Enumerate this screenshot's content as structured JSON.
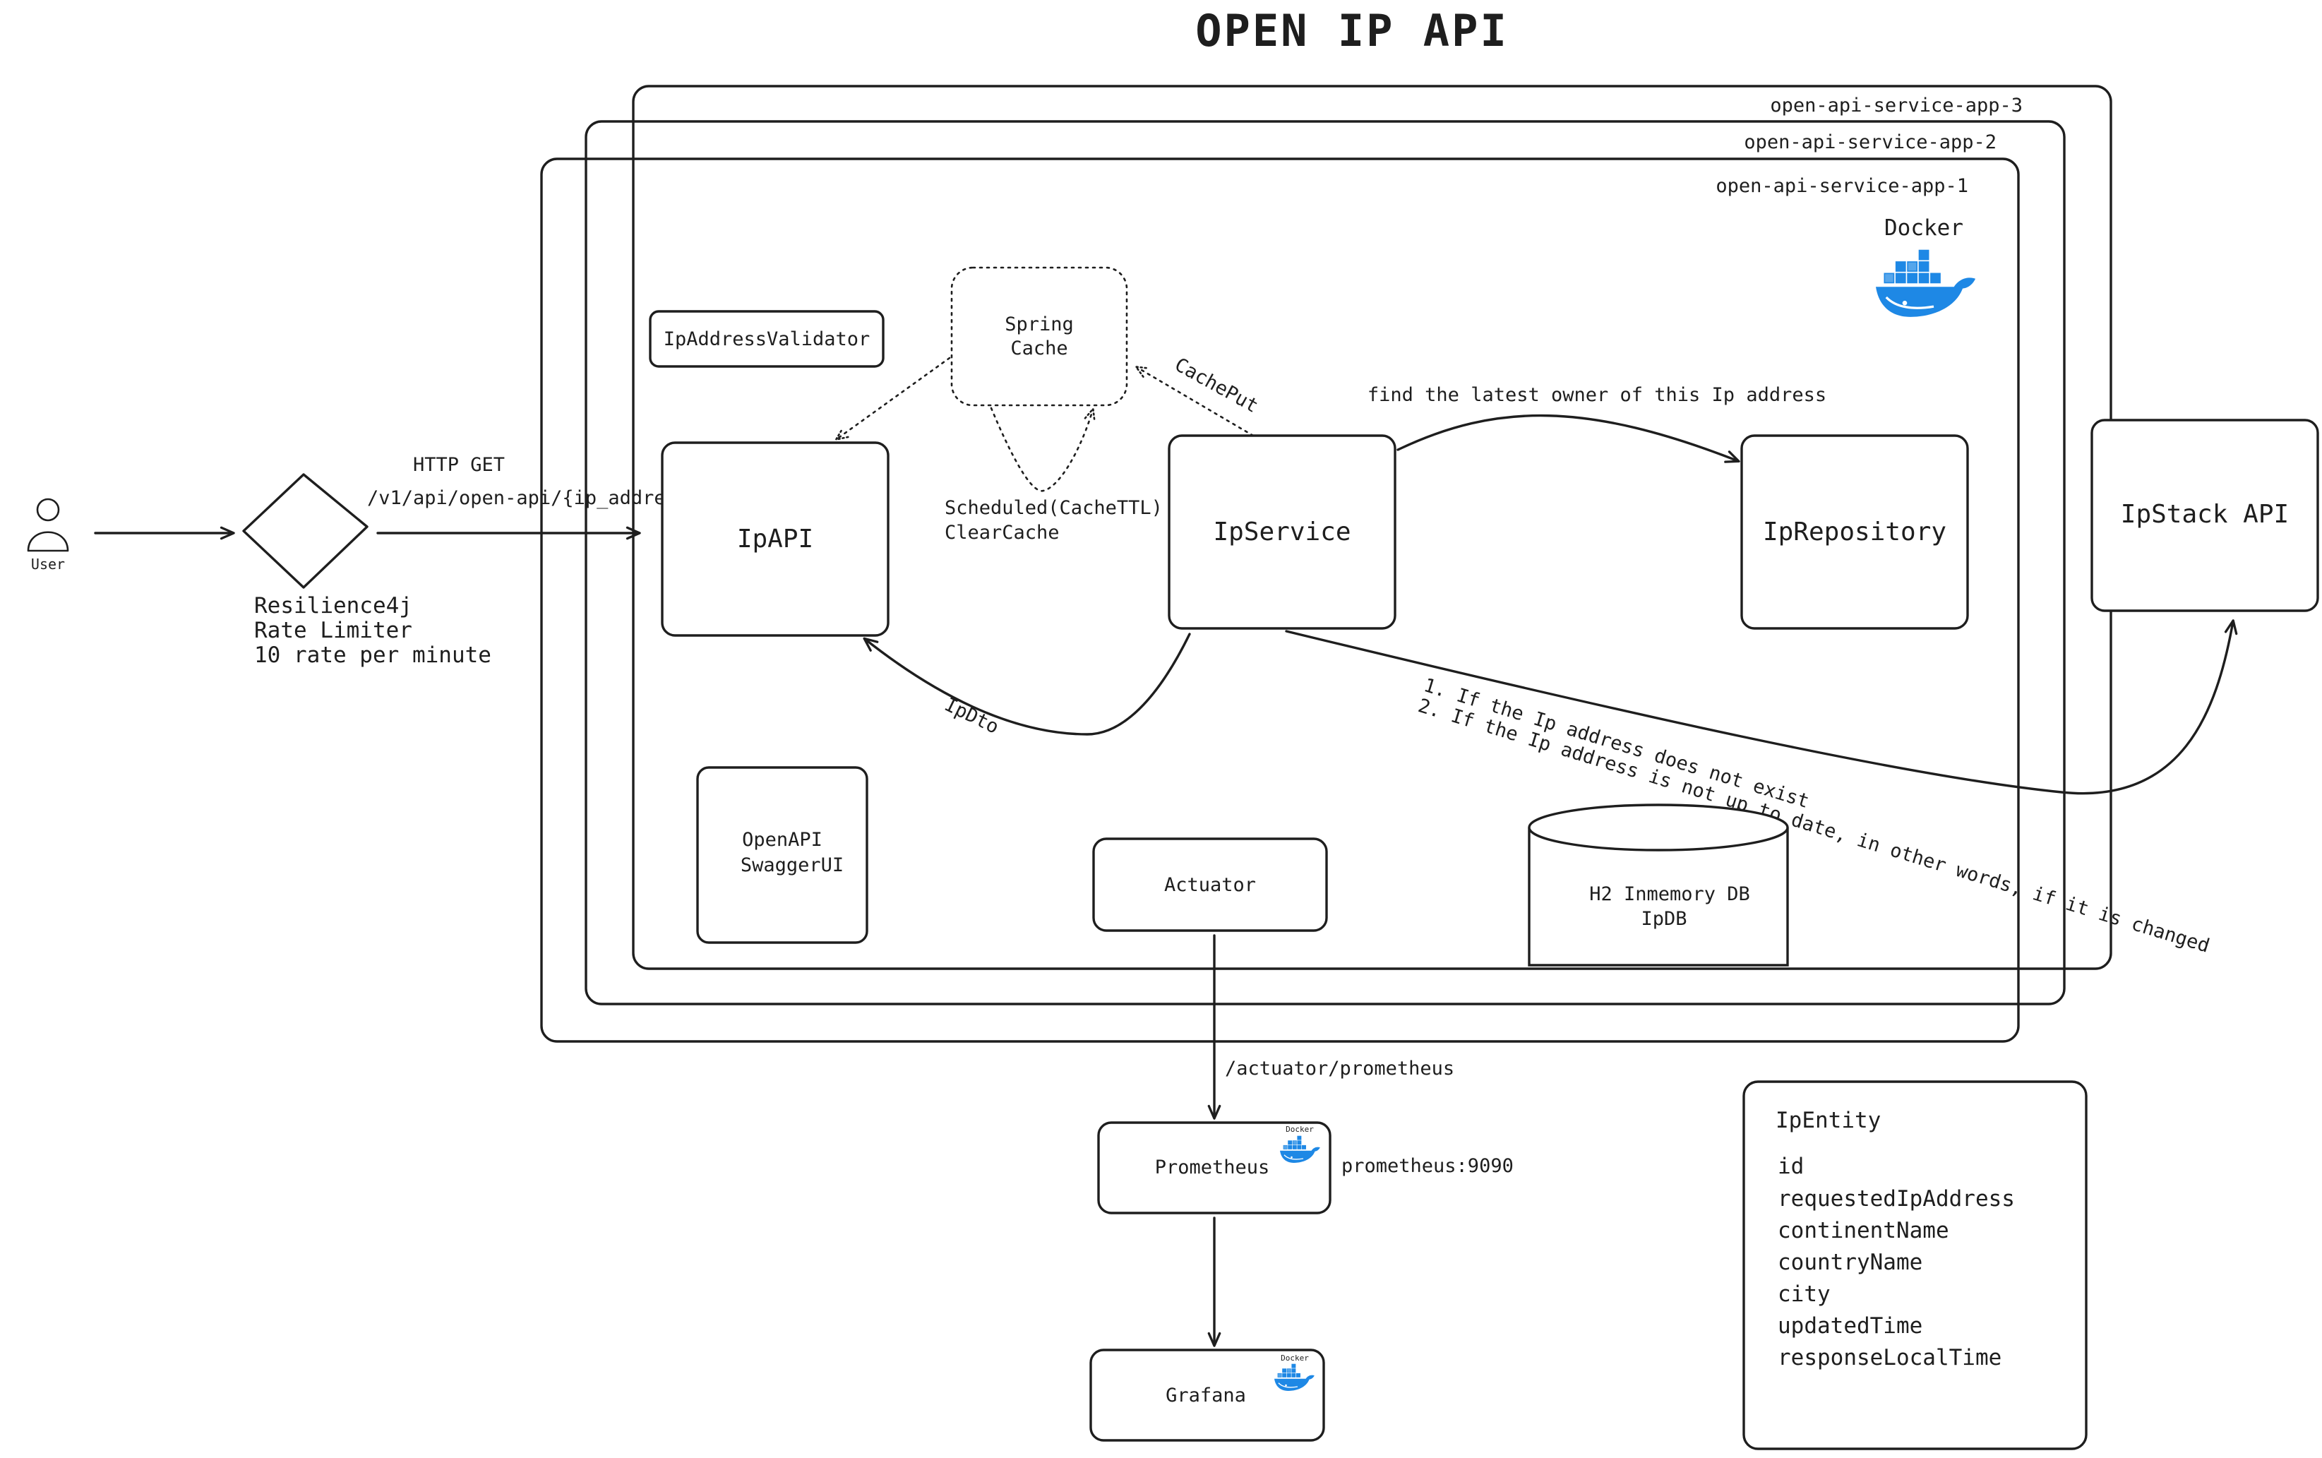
{
  "title": "OPEN IP API",
  "instances": [
    "open-api-service-app-3",
    "open-api-service-app-2",
    "open-api-service-app-1"
  ],
  "docker_label": "Docker",
  "user_label": "User",
  "rate_limiter": {
    "line1": "Resilience4j",
    "line2": "Rate Limiter",
    "line3": "10 rate per minute"
  },
  "http": {
    "method": "HTTP GET",
    "path": "/v1/api/open-api/{ip_address}"
  },
  "components": {
    "validator": "IpAddressValidator",
    "cache_line1": "Spring",
    "cache_line2": "Cache",
    "ipapi": "IpAPI",
    "ipservice": "IpService",
    "iprepository": "IpRepository",
    "ipstack": "IpStack API",
    "openapi_line1": "OpenAPI",
    "openapi_line2": "SwaggerUI",
    "actuator": "Actuator",
    "db_line1": "H2 Inmemory DB",
    "db_line2": "IpDB",
    "prometheus": "Prometheus",
    "grafana": "Grafana"
  },
  "edges": {
    "cacheput": "CachePut",
    "scheduled_line1": "Scheduled(CacheTTL)",
    "scheduled_line2": "ClearCache",
    "find_owner": "find the latest owner of this Ip address",
    "ipdto": "IpDto",
    "condition1": "1. If the Ip address does not exist",
    "condition2": "2. If the Ip address is not up to date, in other words, if it is changed",
    "actuator_path": "/actuator/prometheus",
    "prometheus_port": "prometheus:9090"
  },
  "entity": {
    "name": "IpEntity",
    "fields": [
      "id",
      "requestedIpAddress",
      "continentName",
      "countryName",
      "city",
      "updatedTime",
      "responseLocalTime"
    ]
  },
  "colors": {
    "ink": "#1e1e1e",
    "docker_blue": "#1e88e5",
    "background": "#ffffff"
  }
}
